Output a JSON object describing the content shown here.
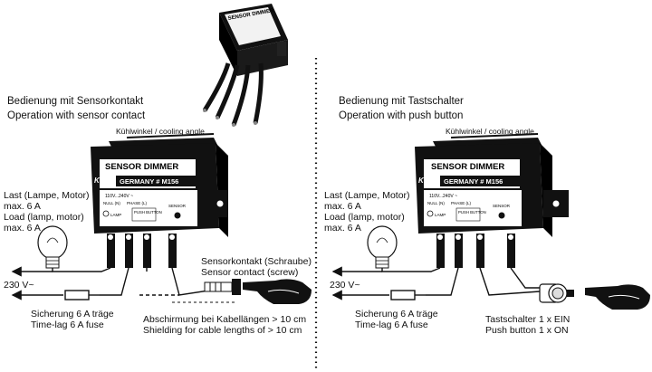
{
  "product": {
    "name": "SENSOR DIMMER",
    "brand": "Kemo",
    "model": "GERMANY # M156"
  },
  "module_labels": {
    "voltage": "110V...240V ~",
    "null_n": "NULL (N)",
    "phase_l": "PHASE (L)",
    "lamp": "LAMP",
    "push_button": "PUSH BUTTON",
    "sensor": "SENSOR"
  },
  "left_panel": {
    "heading_de": "Bedienung mit Sensorkontakt",
    "heading_en": "Operation with sensor contact",
    "cooling": "Kühlwinkel / cooling angle",
    "load_1": "Last (Lampe, Motor)",
    "load_2": "max. 6 A",
    "load_3": "Load (lamp, motor)",
    "load_4": "max. 6 A",
    "mains": "230 V~",
    "fuse_1": "Sicherung 6 A träge",
    "fuse_2": "Time-lag 6 A fuse",
    "contact_1": "Sensorkontakt (Schraube)",
    "contact_2": "Sensor contact (screw)",
    "shield_1": "Abschirmung bei Kabellängen > 10 cm",
    "shield_2": "Shielding for cable lengths of > 10 cm"
  },
  "right_panel": {
    "heading_de": "Bedienung mit Tastschalter",
    "heading_en": "Operation with push button",
    "cooling": "Kühlwinkel / cooling angle",
    "load_1": "Last (Lampe, Motor)",
    "load_2": "max. 6 A",
    "load_3": "Load (lamp, motor)",
    "load_4": "max. 6 A",
    "mains": "230 V~",
    "fuse_1": "Sicherung 6 A träge",
    "fuse_2": "Time-lag 6 A fuse",
    "button_1": "Tastschalter 1 x EIN",
    "button_2": "Push button 1 x ON"
  }
}
